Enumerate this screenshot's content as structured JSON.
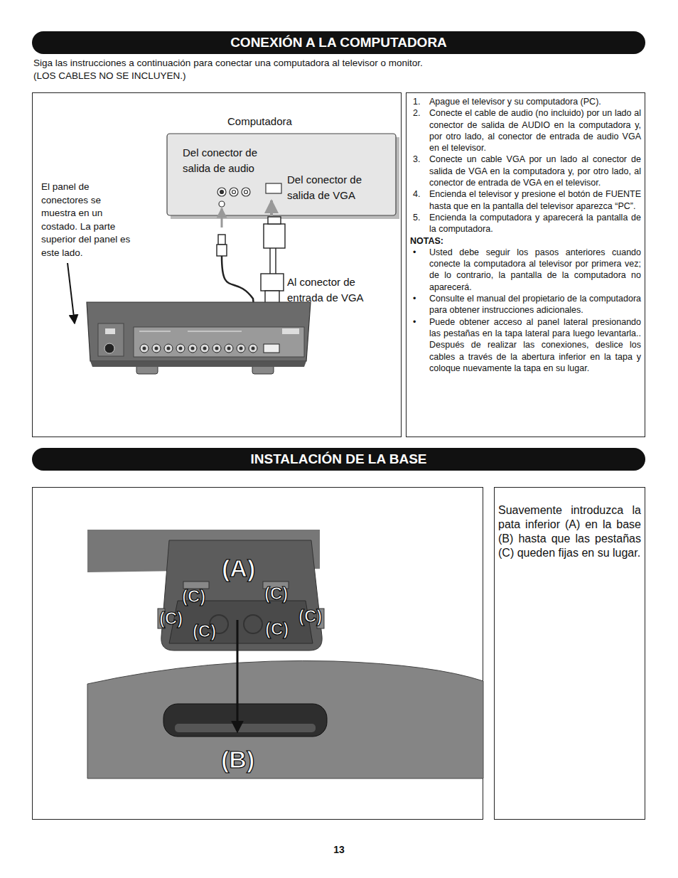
{
  "diagram": {
    "nodes": [
      {
        "text": [
          "CONEXIÓN A LA COMPUTADORA"
        ]
      },
      {
        "text": [
          "Computadora",
          "Del conector de salida de audio",
          "Del conector de salida de VGA"
        ]
      },
      {
        "text": [
          "1.",
          "Apague el televisor y su computadora (PC).",
          "2.",
          "Conecte el cable de audio (no incluido) por un lado al conector de salida de AUDIO en la computadora y, por otro lado, al conector de entrada de audio VGA en el televisor.",
          "3.",
          "Conecte un cable VGA por un lado al conector de salida de VGA en la computadora y, por otro lado, al conector de entrada de VGA en el televisor.",
          "4.",
          "Encienda el televisor y presione el botón de FUENTE hasta que en la pantalla del televisor aparezca “PC”.",
          "5.",
          "Encienda la computadora y aparecerá la pantalla de la computadora.",
          "NOTAS:",
          "•",
          "Usted debe seguir los pasos anteriores cuando conecte la computadora al televisor por primera vez; de lo contrario, la pantalla de la computadora no aparecerá.",
          "•",
          "Consulte el manual del propietario de la computadora para obtener instrucciones adicionales.",
          "•",
          "Puede obtener acceso al panel lateral presionando las pestañas en la tapa lateral para luego levantarla.. Después de realizar las conexiones, deslice los cables a través de la abertura inferior en la tapa y coloque nuevamente la tapa en su lugar."
        ]
      },
      {
        "text": [
          "INSTALACIÓN DE LA BASE"
        ]
      },
      {
        "text": [
          "Suavemente introduzca la pata inferior (A) en la base (B) hasta que las pestañas (C) queden fijas en su lugar."
        ]
      }
    ],
    "labels": [
      "Siga las instrucciones a continuación para conectar una computadora al televisor o monitor.",
      "(LOS CABLES NO SE INCLUYEN.)",
      "El panel de conectores se muestra en un costado. La parte superior del panel es este lado.",
      "Al conector de entrada de VGA",
      "(A)",
      "(C)",
      "(C)",
      "(C)",
      "(C)",
      "(C)",
      "(C)",
      "(B)",
      "13"
    ]
  }
}
